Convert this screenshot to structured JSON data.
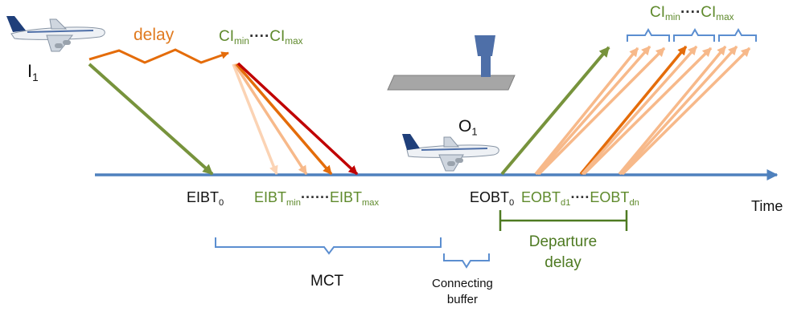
{
  "colors": {
    "timeline": "#4f81bd",
    "green": "#77933c",
    "orange": "#e46c0a",
    "light_orange": "#f7b98a",
    "red": "#c00000",
    "brace": "#5b8ed0",
    "tower": "#4e6fa8",
    "runway": "#a6a6a6"
  },
  "icons": [
    "inbound-airplane-icon",
    "control-tower-icon",
    "outbound-airplane-icon",
    "timeline-arrow-icon"
  ],
  "labels": {
    "inbound_flight": {
      "main": "I",
      "sub": "1"
    },
    "outbound_flight": {
      "main": "O",
      "sub": "1"
    },
    "delay": "delay",
    "ci_left": {
      "min_main": "CI",
      "min_sub": "min",
      "dots": "····",
      "max_main": "CI",
      "max_sub": "max"
    },
    "ci_right": {
      "min_main": "CI",
      "min_sub": "min",
      "dots": "····",
      "max_main": "CI",
      "max_sub": "max"
    },
    "eibt0": {
      "main": "EIBT",
      "sub": "0"
    },
    "eibt_range": {
      "min_main": "EIBT",
      "min_sub": "min",
      "dots": "······",
      "max_main": "EIBT",
      "max_sub": "max"
    },
    "eobt0": {
      "main": "EOBT",
      "sub": "0"
    },
    "eobt_range": {
      "d1_main": "EOBT",
      "d1_sub": "d1",
      "dots": "····",
      "dn_main": "EOBT",
      "dn_sub": "dn"
    },
    "time": "Time",
    "mct": "MCT",
    "connecting_buffer_line1": "Connecting",
    "connecting_buffer_line2": "buffer",
    "departure_delay_line1": "Departure",
    "departure_delay_line2": "delay"
  }
}
